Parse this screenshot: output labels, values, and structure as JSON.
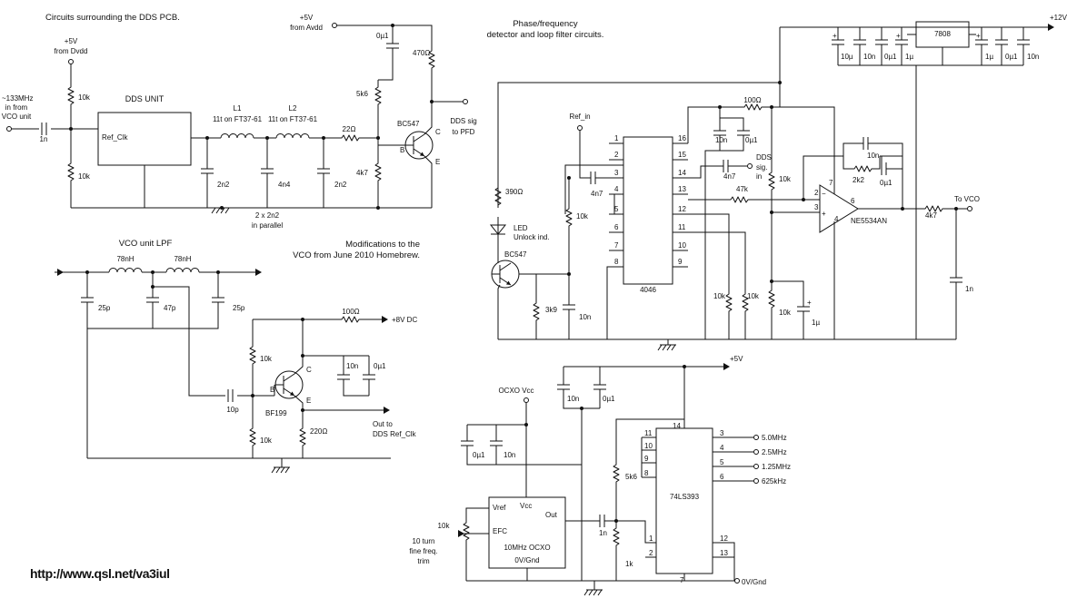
{
  "titles": {
    "dds": "Circuits surrounding the DDS PCB.",
    "pfd_l1": "Phase/frequency",
    "pfd_l2": "detector and loop filter circuits.",
    "lpf": "VCO unit LPF",
    "mod_l1": "Modifications to the",
    "mod_l2": "VCO from June 2010 Homebrew."
  },
  "url": "http://www.qsl.net/va3iul",
  "dds": {
    "vdd_l1": "+5V",
    "vdd_l2": "from Dvdd",
    "avdd_l1": "+5V",
    "avdd_l2": "from Avdd",
    "in_l1": "~133MHz",
    "in_l2": "in from",
    "in_l3": "VCO unit",
    "unit": "DDS UNIT",
    "refclk": "Ref_Clk",
    "c_in": "1n",
    "r_top": "10k",
    "r_bot": "10k",
    "l1": "L1",
    "l1v": "11t on FT37-61",
    "l2": "L2",
    "l2v": "11t on FT37-61",
    "c1": "2n2",
    "c2": "4n4",
    "c3": "2n2",
    "par_l1": "2 x 2n2",
    "par_l2": "in parallel",
    "r22": "22Ω",
    "r5k6": "5k6",
    "r4k7": "4k7",
    "c01": "0µ1",
    "r470": "470Ω",
    "tr": "BC547",
    "b": "B",
    "c": "C",
    "e": "E",
    "out_l1": "DDS sig",
    "out_l2": "to PFD"
  },
  "lpf": {
    "l1": "78nH",
    "l2": "78nH",
    "c1": "25p",
    "c2": "47p",
    "c3": "25p",
    "r100": "100Ω",
    "v8": "+8V DC",
    "r10k_a": "10k",
    "r10k_b": "10k",
    "c10p": "10p",
    "tr": "BF199",
    "b": "B",
    "c": "C",
    "e": "E",
    "c10n": "10n",
    "c01": "0µ1",
    "r220": "220Ω",
    "out_l1": "Out to",
    "out_l2": "DDS Ref_Clk"
  },
  "pfd": {
    "v12": "+12V",
    "reg": "7808",
    "caps": [
      "10µ",
      "10n",
      "0µ1",
      "1µ",
      "1µ",
      "0µ1",
      "10n"
    ],
    "refin": "Ref_in",
    "r100": "100Ω",
    "c10n": "10n",
    "c01": "0µ1",
    "c4n7a": "4n7",
    "c4n7b": "4n7",
    "dds_l1": "DDS",
    "dds_l2": "sig.",
    "dds_l3": "in",
    "r10k_in": "10k",
    "r10k_b": "10k",
    "r47k": "47k",
    "r390": "390Ω",
    "led_l1": "LED",
    "led_l2": "Unlock ind.",
    "tr": "BC547",
    "r3k9": "3k9",
    "c10n_b": "10n",
    "ic": "4046",
    "pins_l": [
      "1",
      "2",
      "3",
      "4",
      "5",
      "6",
      "7",
      "8"
    ],
    "pins_r": [
      "16",
      "15",
      "14",
      "13",
      "12",
      "11",
      "10",
      "9"
    ],
    "r10k_c": "10k",
    "r10k_d": "10k",
    "r10k_e": "10k",
    "c1u": "1µ",
    "c10n_f": "10n",
    "r2k2": "2k2",
    "c01_f": "0µ1",
    "op": "NE5534AN",
    "p2": "2",
    "p3": "3",
    "p4": "4",
    "p6": "6",
    "p7": "7",
    "r4k7": "4k7",
    "c1n": "1n",
    "out": "To VCO"
  },
  "div": {
    "v5": "+5V",
    "ocxo_vcc": "OCXO Vcc",
    "c10n": "10n",
    "c01": "0µ1",
    "c01b": "0µ1",
    "c10nb": "10n",
    "r5k6": "5k6",
    "c1n": "1n",
    "r1k": "1k",
    "pot": "10k",
    "trim_l1": "10 turn",
    "trim_l2": "fine freq.",
    "trim_l3": "trim",
    "vref": "Vref",
    "vcc": "Vcc",
    "efc": "EFC",
    "outp": "Out",
    "ocxo": "10MHz OCXO",
    "gnd_pin": "0V/Gnd",
    "ic": "74LS393",
    "pins_l": [
      "11",
      "10",
      "9",
      "8",
      "1",
      "2"
    ],
    "pin14": "14",
    "pin7": "7",
    "pins_r": [
      "3",
      "4",
      "5",
      "6",
      "12",
      "13"
    ],
    "outs": [
      "5.0MHz",
      "2.5MHz",
      "1.25MHz",
      "625kHz"
    ],
    "gnd": "0V/Gnd"
  }
}
